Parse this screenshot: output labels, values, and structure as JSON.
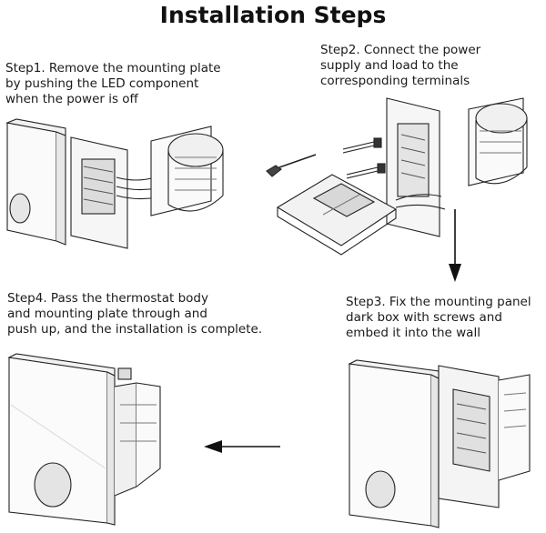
{
  "title": "Installation Steps",
  "steps": [
    {
      "lines": [
        "Step1. Remove the mounting plate",
        "by pushing the LED component",
        "when the power is off"
      ]
    },
    {
      "lines": [
        "Step2. Connect the power",
        "supply and load to the",
        "corresponding terminals"
      ]
    },
    {
      "lines": [
        "Step3. Fix the mounting panel",
        "dark box with screws and",
        "embed it into the wall"
      ]
    },
    {
      "lines": [
        "Step4. Pass the thermostat body",
        "and mounting plate through and",
        "push up, and the installation is complete."
      ]
    }
  ],
  "arrows": [
    "arrow-down",
    "arrow-left"
  ]
}
